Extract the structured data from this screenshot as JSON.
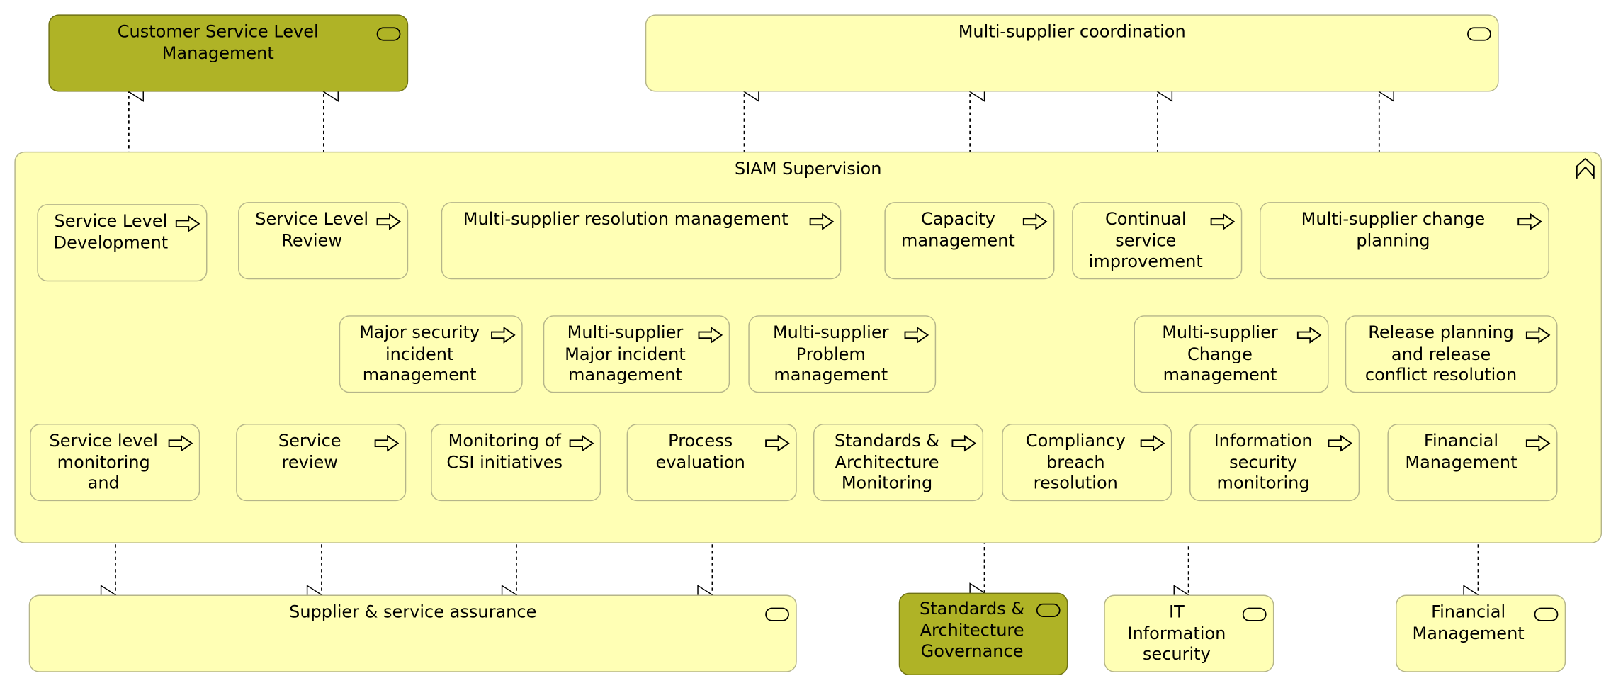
{
  "services": {
    "csl_management": "Customer Service Level\nManagement",
    "multi_supplier_coordination": "Multi-supplier coordination",
    "supplier_service_assurance": "Supplier & service assurance",
    "standards_governance": "Standards &\nArchitecture\nGovernance",
    "it_information_security": "IT\nInformation\nsecurity",
    "financial_management": "Financial\nManagement"
  },
  "group": {
    "title": "SIAM Supervision"
  },
  "processes": {
    "service_level_development": "Service Level\nDevelopment",
    "service_level_review": "Service Level\nReview",
    "ms_resolution_management": "Multi-supplier resolution management",
    "capacity_management": "Capacity\nmanagement",
    "continual_service_improvement": "Continual\nservice\nimprovement",
    "ms_change_planning": "Multi-supplier change\nplanning",
    "major_security_incident": "Major security\nincident\nmanagement",
    "ms_major_incident": "Multi-supplier\nMajor incident\nmanagement",
    "ms_problem": "Multi-supplier\nProblem\nmanagement",
    "ms_change_management": "Multi-supplier\nChange\nmanagement",
    "release_planning": "Release planning\nand release\nconflict resolution",
    "service_level_monitoring": "Service level\nmonitoring\nand",
    "service_review": "Service\nreview",
    "monitoring_csi": "Monitoring of\nCSI initiatives",
    "process_evaluation": "Process\nevaluation",
    "standards_monitoring": "Standards &\nArchitecture\nMonitoring",
    "compliancy_breach": "Compliancy\nbreach\nresolution",
    "infosec_monitoring": "Information\nsecurity\nmonitoring",
    "financial_management_proc": "Financial\nManagement"
  },
  "colors": {
    "element_fill": "#ffffb5",
    "highlight_fill": "#afb326",
    "border": "#b5b58a"
  },
  "icons": {
    "service": "rounded-rect-service-icon",
    "process": "arrow-process-icon",
    "group_collapse": "collapse-chevron-icon"
  }
}
